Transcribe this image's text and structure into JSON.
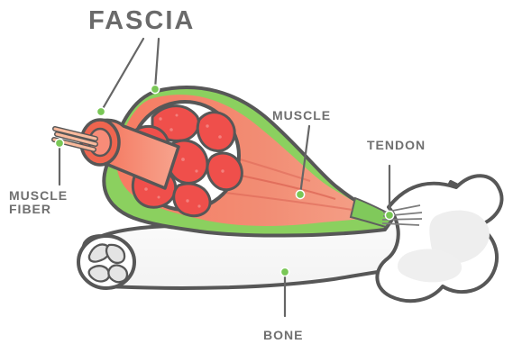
{
  "diagram": {
    "title": "FASCIA",
    "labels": {
      "muscle": "MUSCLE",
      "tendon": "TENDON",
      "muscle_fiber": "MUSCLE\nFIBER",
      "bone": "BONE"
    }
  }
}
